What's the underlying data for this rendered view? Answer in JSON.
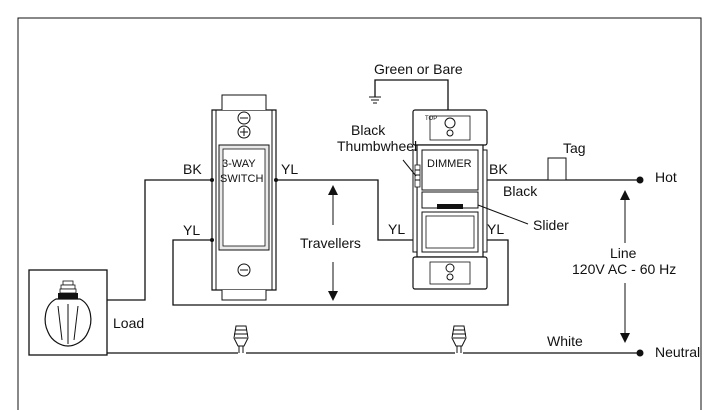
{
  "labels": {
    "green_or_bare": "Green or Bare",
    "black_thumbwheel_1": "Black",
    "black_thumbwheel_2": "Thumbwheel",
    "switch_name_1": "3-WAY",
    "switch_name_2": "SWITCH",
    "dimmer": "DIMMER",
    "top": "TOP",
    "bk_left": "BK",
    "yl_left_top": "YL",
    "yl_left_bottom": "YL",
    "travellers": "Travellers",
    "yl_dimmer_left": "YL",
    "bk_dimmer": "BK",
    "black": "Black",
    "tag": "Tag",
    "slider": "Slider",
    "yl_dimmer_right": "YL",
    "hot": "Hot",
    "line_1": "Line",
    "line_2": "120V AC - 60 Hz",
    "load": "Load",
    "white": "White",
    "neutral": "Neutral"
  },
  "colors": {
    "line": "#111111",
    "background": "#ffffff",
    "device_fill": "#ffffff",
    "switch_body": "#e9e9e9"
  },
  "icons": [
    "ground-icon",
    "light-bulb-icon",
    "wire-nut-icon",
    "screw-icon"
  ]
}
